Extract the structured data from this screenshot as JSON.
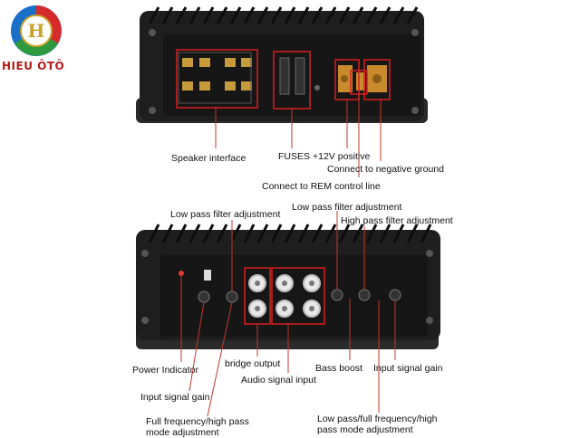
{
  "brand": {
    "name": "HIEU ÔTÔ",
    "mark": "H"
  },
  "top_callouts": {
    "speaker_interface": "Speaker interface",
    "fuses": "FUSES",
    "plus12v": "+12V positive",
    "ground": "Connect to negative ground",
    "rem": "Connect to REM control line"
  },
  "bottom_callouts": {
    "low_pass_adj": "Low pass filter adjustment",
    "low_pass_adj_2": "Low pass filter adjustment",
    "high_pass_adj": "High pass filter adjustment",
    "power_indicator": "Power Indicator",
    "bridge_output": "bridge output",
    "audio_input": "Audio signal input",
    "bass_boost": "Bass boost",
    "input_gain_right": "Input signal gain",
    "input_gain_left": "Input signal gain",
    "full_freq_left": "Full frequency/high pass\nmode adjustment",
    "full_freq_right": "Low pass/full frequency/high\npass mode adjustment"
  },
  "colors": {
    "callout_line": "#c0392b",
    "frame": "#d81e1e",
    "body": "#1e1e1e"
  }
}
